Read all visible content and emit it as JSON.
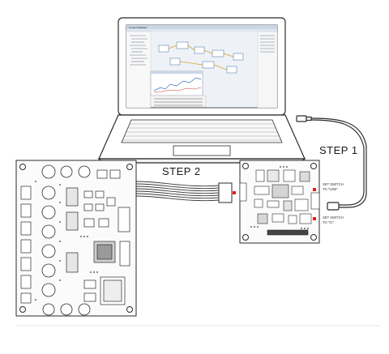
{
  "labels": {
    "step1": "STEP 1",
    "step2": "STEP 2",
    "switch_usb_line1": "SET SWITCH",
    "switch_usb_line2": "TO \"USB\"",
    "switch_ic_line1": "SET SWITCH",
    "switch_ic_line2": "TO \"IC\""
  },
  "colors": {
    "outline": "#2b2b2b",
    "board_fill": "#fbfbfb",
    "accent_marker": "#e02020",
    "screen_bg": "#eef2f7",
    "ribbon": "#3a3a3a"
  },
  "screen": {
    "menu_title": "Control Software"
  }
}
